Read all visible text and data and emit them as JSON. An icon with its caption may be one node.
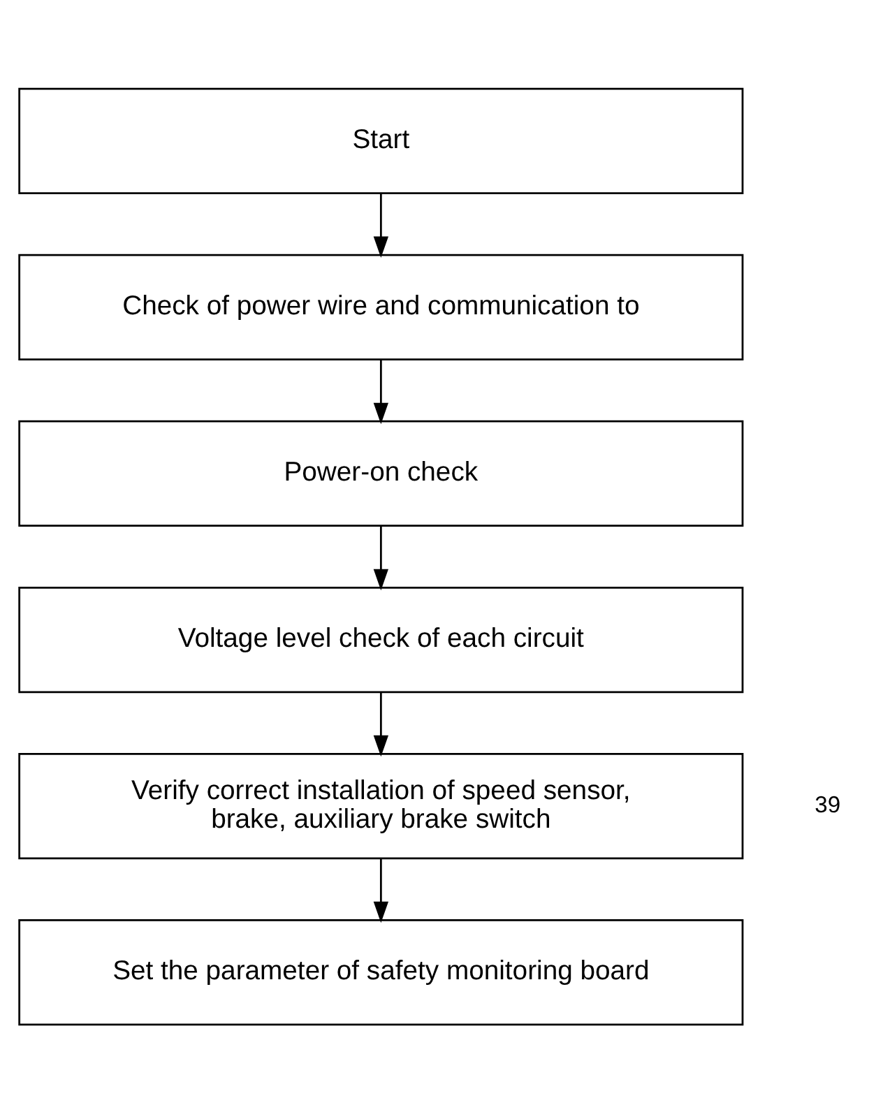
{
  "diagram": {
    "nodes": [
      {
        "text": [
          "Start"
        ]
      },
      {
        "text": [
          "Check of power wire and communication to"
        ]
      },
      {
        "text": [
          "Power-on check"
        ]
      },
      {
        "text": [
          "Voltage level check of each circuit"
        ]
      },
      {
        "text": [
          "Verify correct installation of speed sensor, brake, auxiliary brake switch"
        ]
      },
      {
        "text": [
          "Set the parameter of safety monitoring board"
        ]
      }
    ],
    "edges": [
      {
        "from": 0,
        "to": 1,
        "arrow": "to"
      },
      {
        "from": 1,
        "to": 2,
        "arrow": "to"
      },
      {
        "from": 2,
        "to": 3,
        "arrow": "to"
      },
      {
        "from": 3,
        "to": 4,
        "arrow": "to"
      },
      {
        "from": 4,
        "to": 5,
        "arrow": "to"
      }
    ],
    "labels": [
      "39"
    ]
  }
}
